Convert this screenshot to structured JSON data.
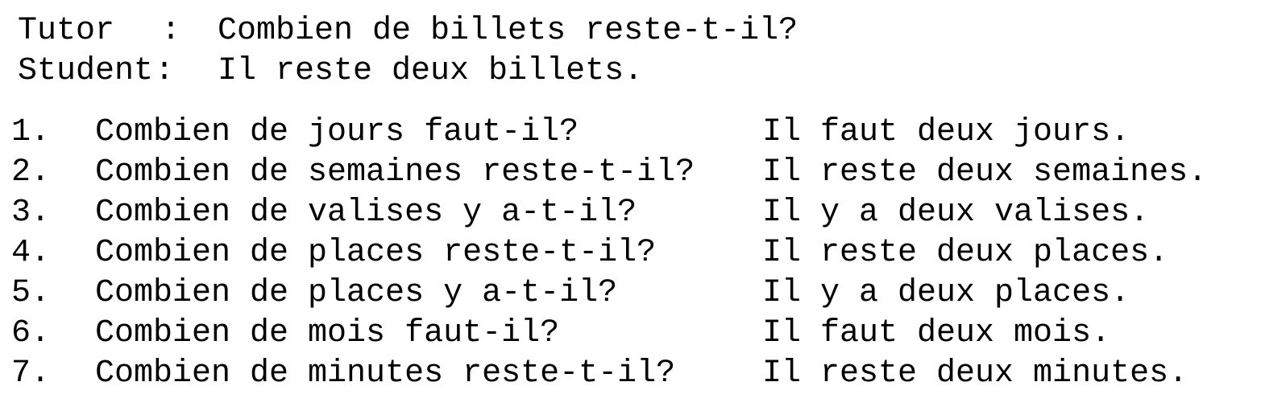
{
  "example": {
    "tutor": {
      "speaker": "Tutor",
      "colon": ":",
      "text": "Combien de billets reste-t-il?"
    },
    "student": {
      "speaker": "Student",
      "colon": ":",
      "text": "Il reste deux billets."
    }
  },
  "drill": [
    {
      "number": "1.",
      "question": "Combien de jours faut-il?",
      "answer": "Il faut deux jours."
    },
    {
      "number": "2.",
      "question": "Combien de semaines reste-t-il?",
      "answer": "Il reste deux semaines."
    },
    {
      "number": "3.",
      "question": "Combien de valises y a-t-il?",
      "answer": "Il y a deux valises."
    },
    {
      "number": "4.",
      "question": "Combien de places reste-t-il?",
      "answer": "Il reste deux places."
    },
    {
      "number": "5.",
      "question": "Combien de places y a-t-il?",
      "answer": "Il y a deux places."
    },
    {
      "number": "6.",
      "question": "Combien de mois faut-il?",
      "answer": "Il faut deux mois."
    },
    {
      "number": "7.",
      "question": "Combien de minutes reste-t-il?",
      "answer": "Il reste deux minutes."
    }
  ]
}
